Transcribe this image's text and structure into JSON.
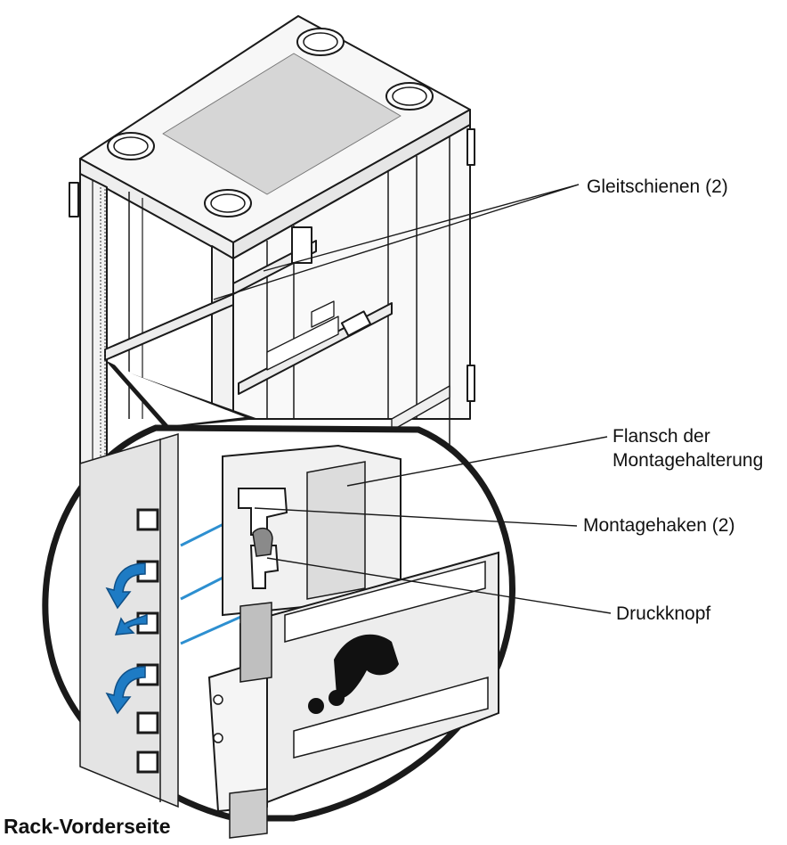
{
  "labels": {
    "slide_rails": "Gleitschienen (2)",
    "flange_line1": "Flansch der",
    "flange_line2": "Montagehalterung",
    "mounting_hooks": "Montagehaken (2)",
    "push_button": "Druckknopf",
    "rack_front": "Rack-Vorderseite"
  },
  "colors": {
    "line": "#1a1a1a",
    "frame_fill": "#f7f7f7",
    "panel_gray": "#dcdcdc",
    "dark_gray": "#8a8a8a",
    "arrow_blue": "#1e7bc4",
    "guide_blue": "#2d8fd0"
  }
}
